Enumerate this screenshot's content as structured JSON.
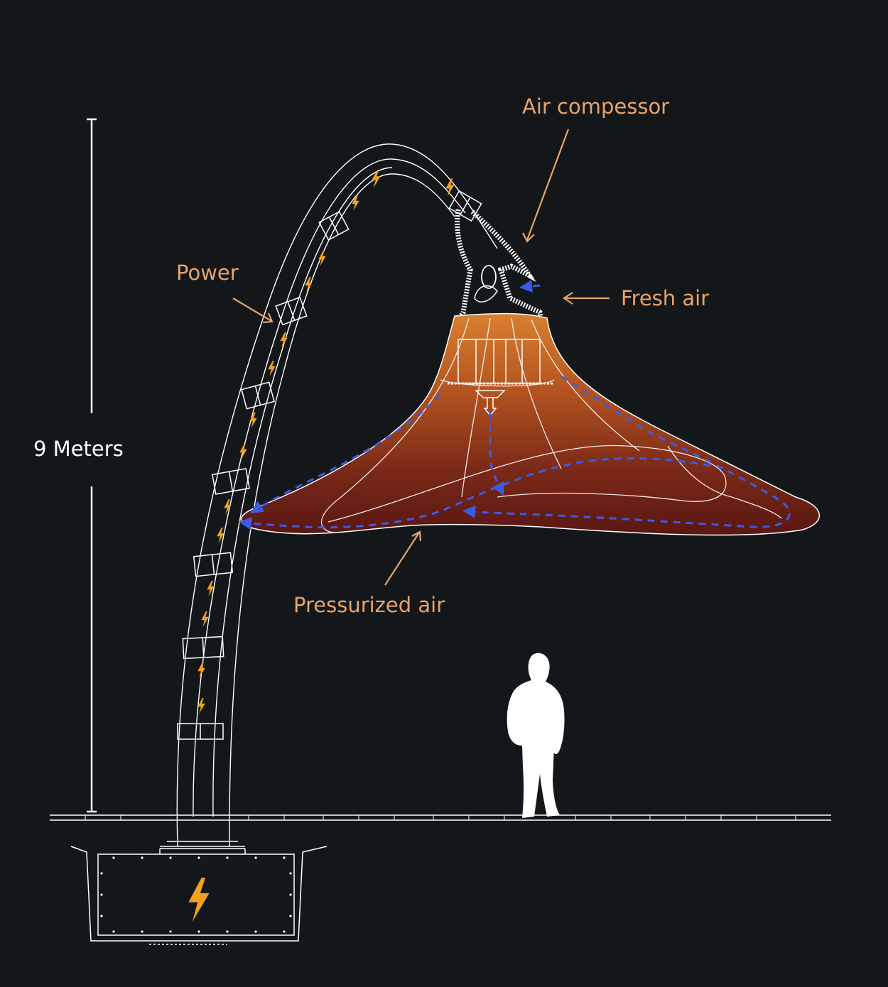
{
  "labels": {
    "air_compressor": "Air compessor",
    "power": "Power",
    "fresh_air": "Fresh air",
    "pressurized_air": "Pressurized air",
    "height": "9 Meters"
  },
  "colors": {
    "background": "#141719",
    "label_orange": "#e7a46a",
    "lightning": "#f0a21c",
    "air_flow_blue": "#2f4fd8",
    "canopy_top": "#d97a2a",
    "canopy_bottom": "#5e1a12",
    "line_white": "#ffffff"
  },
  "icons": [
    "lightning-bolt-icon",
    "air-flow-arrow-icon",
    "person-silhouette-icon"
  ]
}
